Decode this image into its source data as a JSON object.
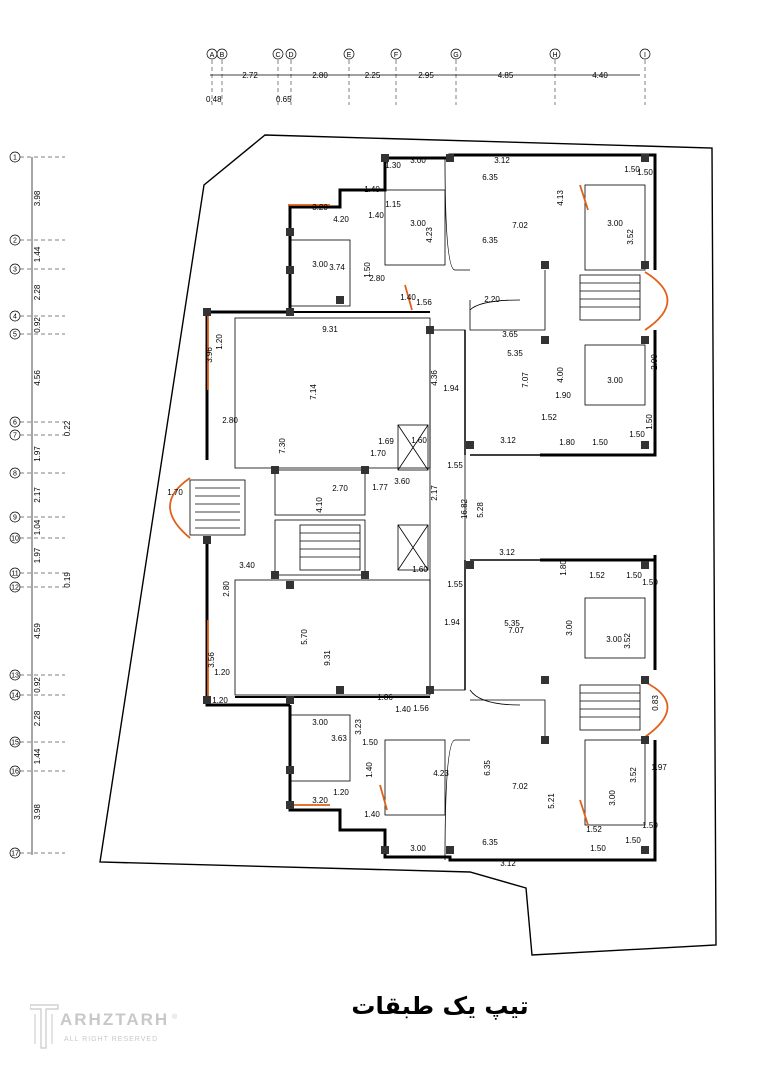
{
  "title": "تیپ یک طبقات",
  "watermark": {
    "name": "ARHZTARH",
    "sub": "ALL RIGHT RESERVED",
    "reg": "®"
  },
  "colors": {
    "wall": "#000000",
    "accent": "#e0601a",
    "grid": "#000000"
  },
  "top_grid": {
    "axes": [
      "A",
      "B",
      "C",
      "D",
      "E",
      "F",
      "G",
      "H",
      "I"
    ],
    "dimensions": [
      "2.72",
      "2.80",
      "2.25",
      "2.95",
      "4.85",
      "4.40"
    ],
    "sub_dimensions": [
      "0.48",
      "0.65"
    ]
  },
  "left_grid": {
    "axes": [
      "1",
      "2",
      "3",
      "4",
      "5",
      "6",
      "7",
      "8",
      "9",
      "10",
      "11",
      "12",
      "13",
      "14",
      "15",
      "16",
      "17"
    ],
    "dimensions": [
      "3.98",
      "1.44",
      "2.28",
      "0.92",
      "4.56",
      "0.22",
      "1.97",
      "2.17",
      "1.04",
      "1.97",
      "0.19",
      "4.59",
      "0.92",
      "2.28",
      "1.44",
      "3.98"
    ]
  },
  "room_dimensions": [
    "3.00",
    "3.12",
    "6.35",
    "1.30",
    "1.40",
    "1.15",
    "3.00",
    "4.23",
    "7.02",
    "4.13",
    "6.35",
    "3.00",
    "3.52",
    "1.50",
    "1.50",
    "3.20",
    "4.20",
    "1.40",
    "3.00",
    "3.74",
    "1.50",
    "2.80",
    "1.40",
    "1.56",
    "2.20",
    "1.20",
    "3.96",
    "9.31",
    "7.14",
    "4.36",
    "3.65",
    "5.35",
    "7.07",
    "4.00",
    "3.00",
    "2.00",
    "1.90",
    "1.52",
    "1.50",
    "1.50",
    "2.80",
    "7.30",
    "1.94",
    "3.12",
    "1.80",
    "1.50",
    "1.60",
    "1.69",
    "1.70",
    "1.55",
    "1.70",
    "4.10",
    "2.70",
    "1.77",
    "3.60",
    "2.17",
    "16.82",
    "5.28",
    "3.40",
    "2.80",
    "1.60",
    "1.55",
    "3.12",
    "1.80",
    "1.52",
    "1.50",
    "1.50",
    "1.94",
    "5.35",
    "7.07",
    "3.00",
    "3.00",
    "3.52",
    "5.70",
    "9.31",
    "3.56",
    "1.20",
    "1.20",
    "1.86",
    "1.40",
    "1.56",
    "0.83",
    "3.00",
    "3.63",
    "3.23",
    "1.50",
    "1.40",
    "4.23",
    "6.35",
    "7.02",
    "5.21",
    "3.52",
    "1.97",
    "3.00",
    "1.50",
    "1.50",
    "3.20",
    "1.20",
    "1.40",
    "3.00",
    "6.35",
    "3.12",
    "1.52",
    "1.50"
  ]
}
